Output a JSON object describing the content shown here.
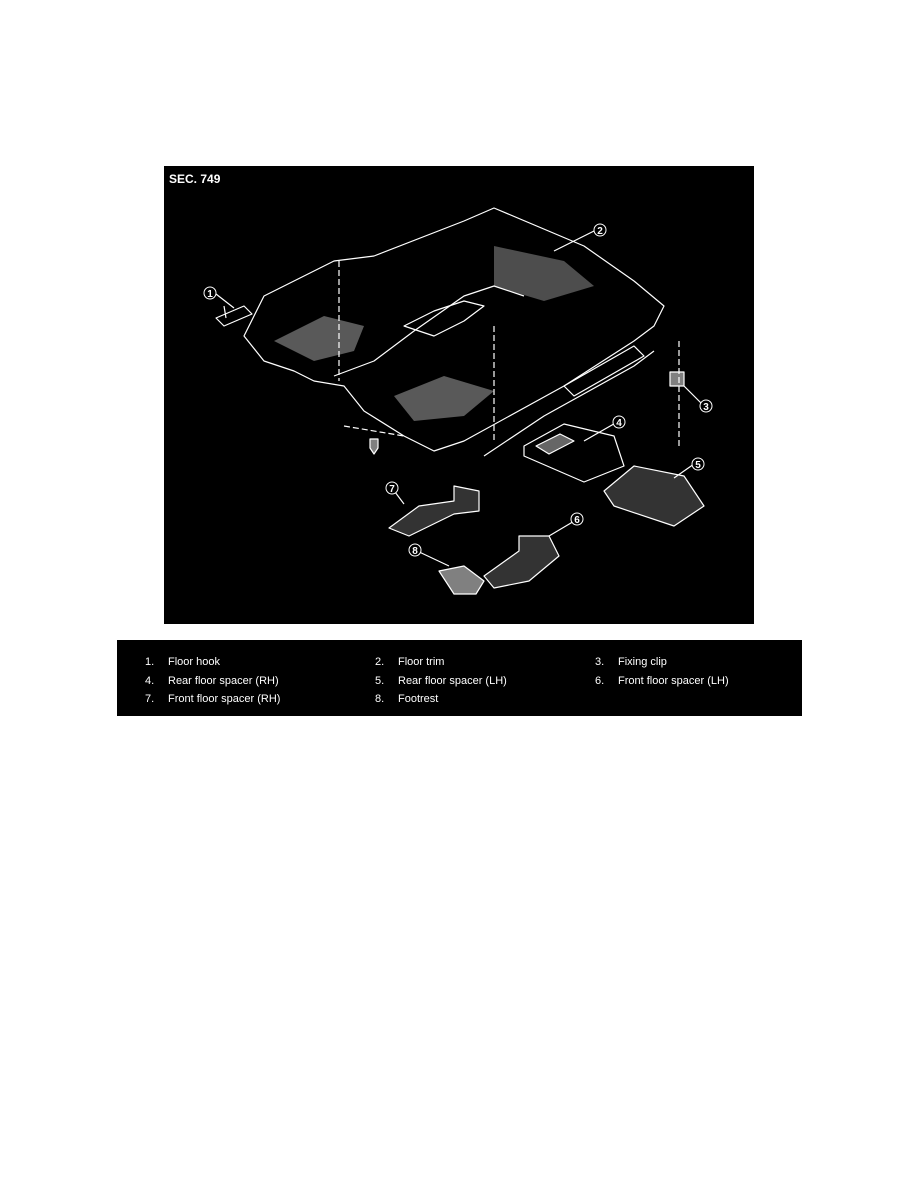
{
  "diagram": {
    "section_label": "SEC. 749",
    "callouts": [
      "1",
      "2",
      "3",
      "4",
      "5",
      "6",
      "7",
      "8"
    ]
  },
  "legend": {
    "items": [
      {
        "num": "1.",
        "text": "Floor hook"
      },
      {
        "num": "2.",
        "text": "Floor trim"
      },
      {
        "num": "3.",
        "text": "Fixing clip"
      },
      {
        "num": "4.",
        "text": "Rear floor spacer (RH)"
      },
      {
        "num": "5.",
        "text": "Rear floor spacer (LH)"
      },
      {
        "num": "6.",
        "text": "Front floor spacer (LH)"
      },
      {
        "num": "7.",
        "text": "Front floor spacer (RH)"
      },
      {
        "num": "8.",
        "text": "Footrest"
      }
    ]
  }
}
